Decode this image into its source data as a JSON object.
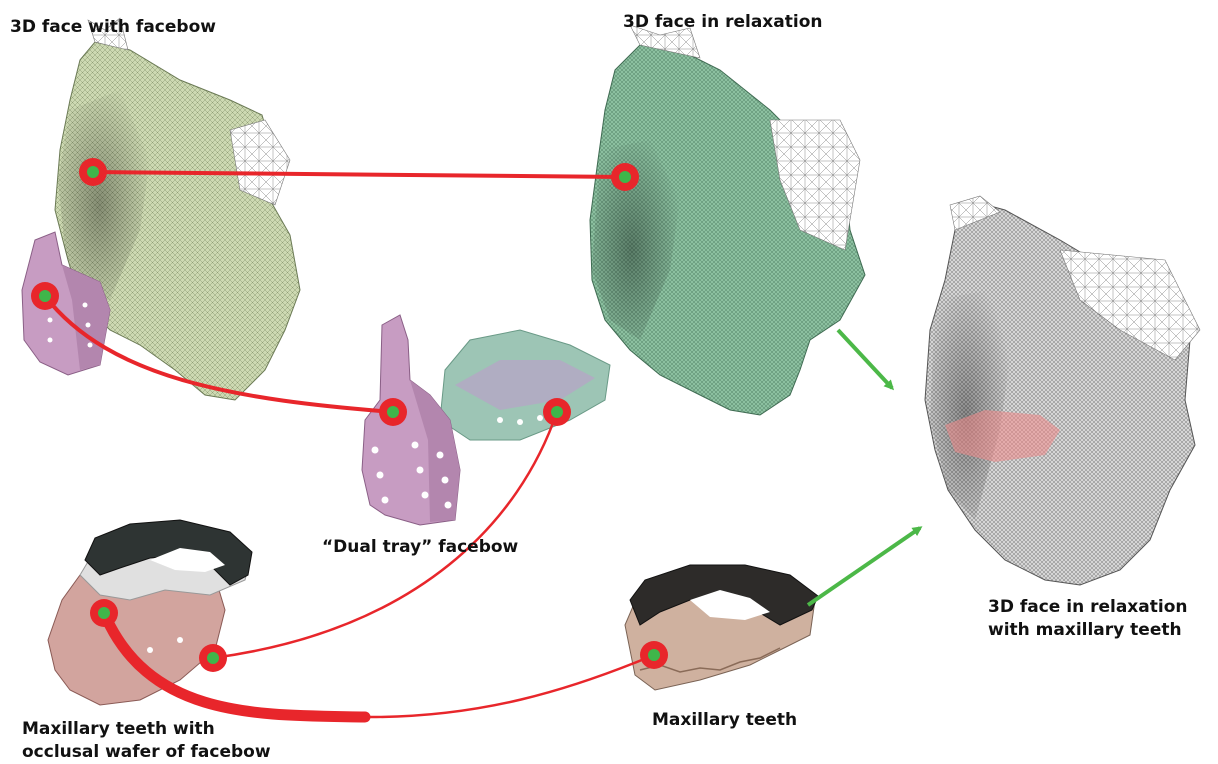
{
  "labels": {
    "face_with_facebow": "3D face with facebow",
    "face_in_relaxation": "3D face in relaxation",
    "dual_tray_facebow": "“Dual tray” facebow",
    "face_relax_teeth_line1": "3D face in relaxation",
    "face_relax_teeth_line2": "with maxillary teeth",
    "maxillary_teeth": "Maxillary teeth",
    "max_wafer_line1": "Maxillary teeth with",
    "max_wafer_line2": "occlusal wafer of facebow"
  },
  "colors": {
    "connector_red": "#e8262b",
    "marker_green": "#3fb64a",
    "arrow_green": "#4cb848",
    "face_facebow_mesh": "#c9d6ad",
    "face_relax_mesh": "#7fb594",
    "face_final_mesh": "#c8c8c8",
    "facebow_tray": "#c99ac4",
    "teeth_base": "#2d2b29",
    "teeth_gum": "#cfb19f"
  }
}
